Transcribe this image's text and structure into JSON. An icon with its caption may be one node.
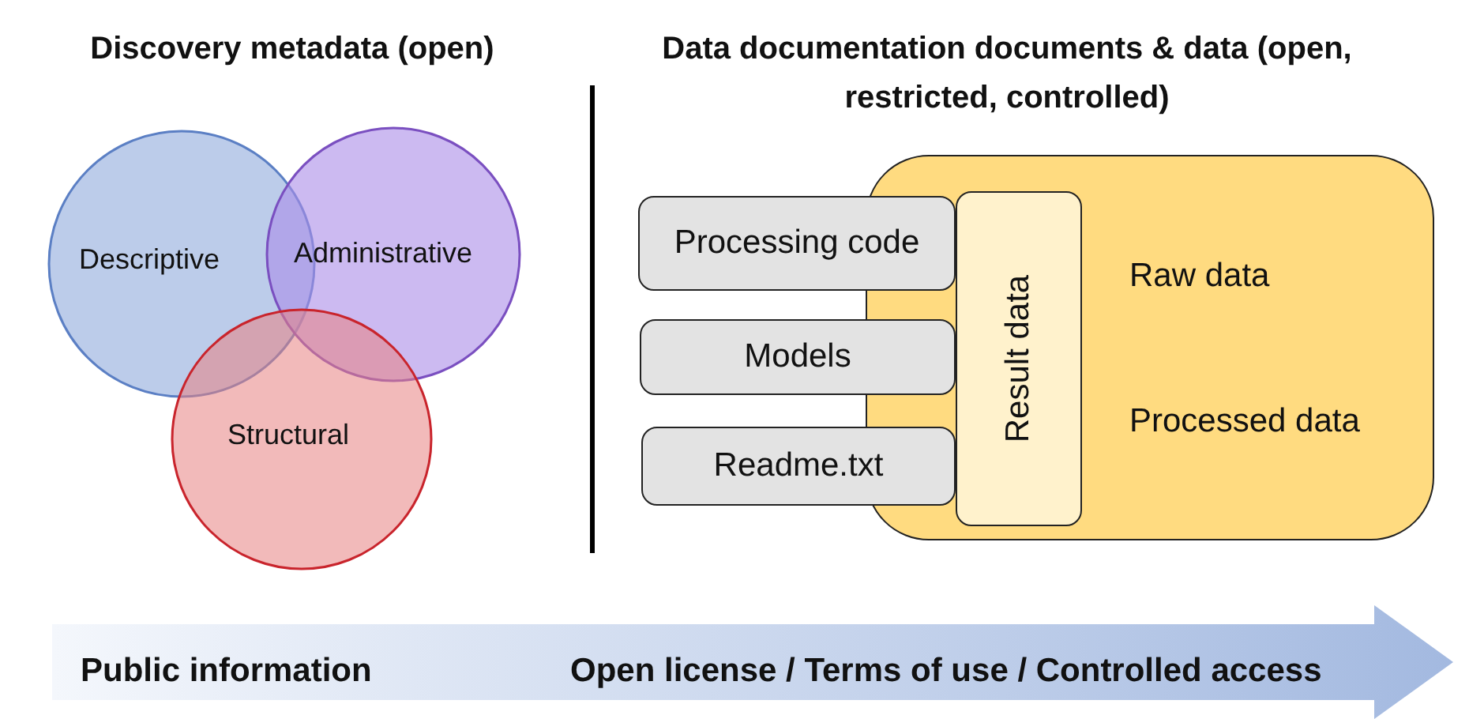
{
  "diagram": {
    "nodes": [
      {
        "text": [
          "Descriptive"
        ]
      },
      {
        "text": [
          "Administrative"
        ]
      },
      {
        "text": [
          "Structural"
        ]
      },
      {
        "text": [
          "Raw data",
          "Processed data"
        ]
      },
      {
        "text": [
          "Result data"
        ],
        "in": 3
      },
      {
        "text": [
          "Processing code"
        ]
      },
      {
        "text": [
          "Models"
        ]
      },
      {
        "text": [
          "Readme.txt"
        ]
      },
      {
        "text": [
          "Public information",
          "Open license / Terms of use / Controlled access"
        ]
      }
    ],
    "edges": [],
    "labels": [
      "Discovery metadata (open)",
      "Data documentation documents & data (open, restricted, controlled)"
    ]
  }
}
